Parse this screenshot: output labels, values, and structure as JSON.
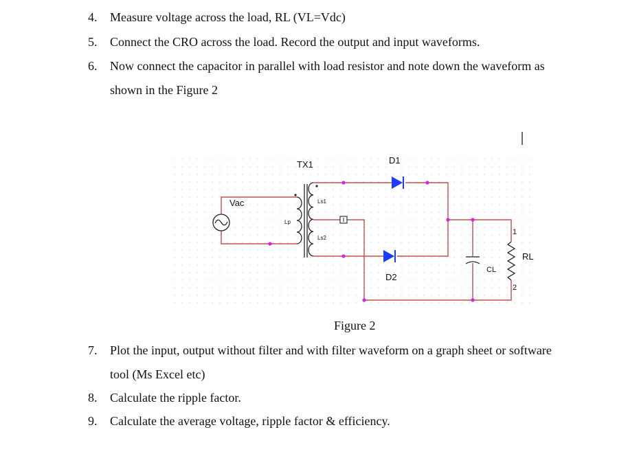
{
  "steps_top": [
    {
      "num": "4.",
      "text": "Measure voltage across the load, RL (VL=Vdc)"
    },
    {
      "num": "5.",
      "text": "Connect the CRO across the load. Record the output and input waveforms."
    },
    {
      "num": "6.",
      "text": "Now connect the capacitor in parallel with load resistor and note down the waveform as"
    }
  ],
  "step6_cont": "shown in the Figure 2",
  "figure": {
    "caption": "Figure 2",
    "labels": {
      "tx1": "TX1",
      "d1": "D1",
      "d2": "D2",
      "vac": "Vac",
      "lp": "Lp",
      "ls1": "Ls1",
      "ls2": "Ls2",
      "rl": "RL",
      "cl": "CL",
      "pin1": "1",
      "pin2": "2"
    },
    "colors": {
      "wire": "#c0504d",
      "node": "#e020e0",
      "diode": "#1a3cff",
      "part": "#222222"
    }
  },
  "steps_bottom": [
    {
      "num": "7.",
      "text": "Plot the input, output without filter and with filter waveform on a graph sheet or software"
    },
    {
      "num": "8.",
      "text": "Calculate the ripple factor."
    },
    {
      "num": "9.",
      "text": "Calculate the average voltage, ripple factor & efficiency."
    }
  ],
  "step7_cont": "tool (Ms Excel etc)"
}
